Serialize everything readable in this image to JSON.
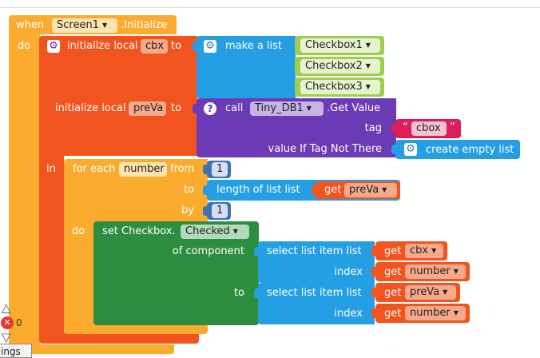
{
  "event": {
    "when": "when",
    "component": "Screen1",
    "event_name": ".Initialize",
    "do": "do"
  },
  "init_cbx": {
    "label": "initialize local",
    "var": "cbx",
    "to": "to",
    "make_list": "make a list",
    "items": [
      "Checkbox1",
      "Checkbox2",
      "Checkbox3"
    ]
  },
  "init_preva": {
    "label": "initialize local",
    "var": "preVa",
    "to": "to",
    "call": "call",
    "component": "Tiny_DB1",
    "method": ".Get Value",
    "tag_label": "tag",
    "tag_value": "cbox",
    "quote_open": "“",
    "quote_close": "”",
    "default_label": "value If Tag Not There",
    "default_value": "create empty list"
  },
  "in_label": "in",
  "for_each": {
    "label": "for each",
    "var": "number",
    "from": "from",
    "from_value": "1",
    "to": "to",
    "length_label": "length of list  list",
    "get": "get",
    "get_var": "preVa",
    "by": "by",
    "by_value": "1",
    "do": "do"
  },
  "setter": {
    "label": "set Checkbox.",
    "property": "Checked",
    "of_component": "of component",
    "to": "to",
    "select1": {
      "label": "select list item  list",
      "get": "get",
      "list_var": "cbx",
      "index_label": "index",
      "index_var": "number"
    },
    "select2": {
      "label": "select list item  list",
      "get": "get",
      "list_var": "preVa",
      "index_label": "index",
      "index_var": "number"
    }
  },
  "workspace": {
    "warning_count": "0",
    "corner_label": "ings"
  },
  "colors": {
    "event": "#fbac2f",
    "variables": "#f2541f",
    "lists": "#259fe3",
    "component_method": "#6a3bb5",
    "setter": "#2e8e3f",
    "text": "#dc1f5b",
    "checkbox_field": "#9fce4e"
  }
}
